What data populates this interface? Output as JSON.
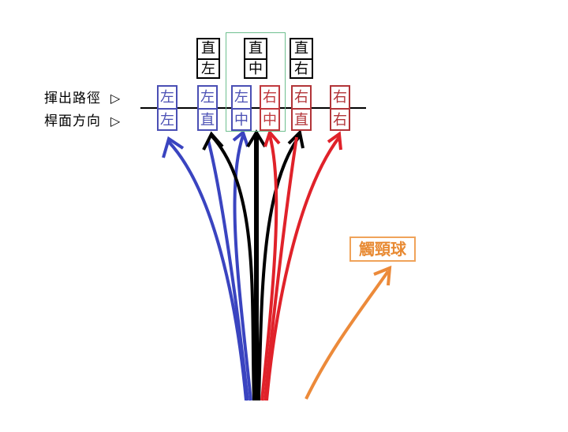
{
  "labels": {
    "swing_path": "揮出路徑",
    "face_direction": "桿面方向",
    "pointer": "▷",
    "pull": "觸頸球"
  },
  "top_boxes": [
    {
      "top": "直",
      "bottom": "左"
    },
    {
      "top": "直",
      "bottom": "中"
    },
    {
      "top": "直",
      "bottom": "右"
    }
  ],
  "boxes": [
    {
      "top": "左",
      "bottom": "左",
      "color": "#4a4fb4"
    },
    {
      "top": "左",
      "bottom": "直",
      "color": "#4a4fb4"
    },
    {
      "top": "左",
      "bottom": "中",
      "color": "#4a4fb4"
    },
    {
      "top": "右",
      "bottom": "中",
      "color": "#c0393e"
    },
    {
      "top": "右",
      "bottom": "直",
      "color": "#b23438"
    },
    {
      "top": "右",
      "bottom": "右",
      "color": "#b23438"
    }
  ],
  "colors": {
    "blue": "#3a44c0",
    "black": "#000000",
    "red": "#e0222a",
    "orange": "#ec8a3a"
  }
}
